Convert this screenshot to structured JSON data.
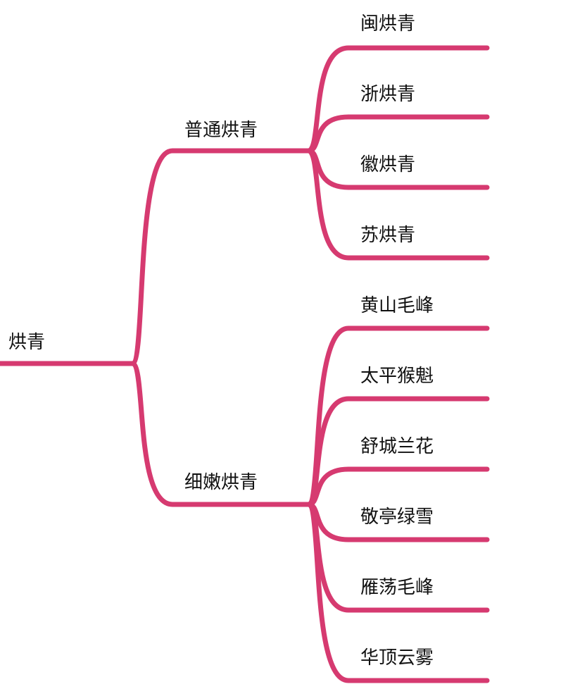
{
  "colors": {
    "branch": "#d63a70",
    "text": "#111111",
    "background": "#ffffff"
  },
  "root": {
    "label": "烘青",
    "children": [
      {
        "label": "普通烘青",
        "children": [
          {
            "label": "闽烘青"
          },
          {
            "label": "浙烘青"
          },
          {
            "label": "徽烘青"
          },
          {
            "label": "苏烘青"
          }
        ]
      },
      {
        "label": "细嫩烘青",
        "children": [
          {
            "label": "黄山毛峰"
          },
          {
            "label": "太平猴魁"
          },
          {
            "label": "舒城兰花"
          },
          {
            "label": "敬亭绿雪"
          },
          {
            "label": "雁荡毛峰"
          },
          {
            "label": "华顶云雾"
          }
        ]
      }
    ]
  }
}
